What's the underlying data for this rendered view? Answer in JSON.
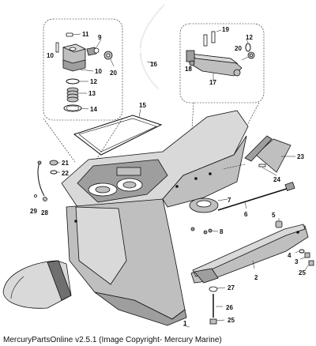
{
  "footer": {
    "text": "MercuryPartsOnline v2.5.1 (Image Copyright- Mercury Marine)"
  },
  "callouts": [
    "11",
    "9",
    "10",
    "20",
    "10",
    "12",
    "13",
    "14",
    "15",
    "16",
    "19",
    "12",
    "20",
    "18",
    "17",
    "23",
    "24",
    "21",
    "22",
    "29",
    "28",
    "7",
    "6",
    "5",
    "8",
    "4",
    "3",
    "25",
    "2",
    "27",
    "26",
    "25",
    "1"
  ]
}
